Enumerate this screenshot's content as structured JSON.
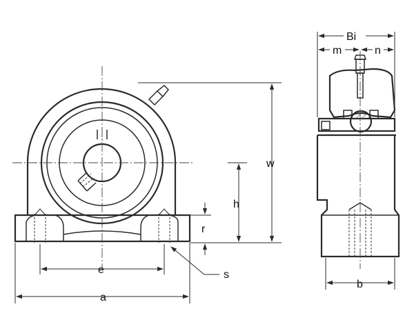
{
  "drawing": {
    "line_color": "#2a2a2a",
    "background": "#ffffff",
    "labels": {
      "bi": "Bi",
      "m": "m",
      "n": "n",
      "w": "w",
      "h": "h",
      "r": "r",
      "s": "s",
      "e": "e",
      "a": "a",
      "b": "b"
    }
  }
}
